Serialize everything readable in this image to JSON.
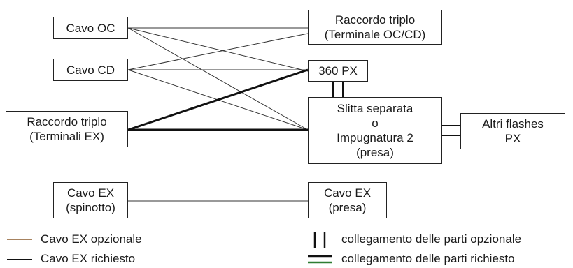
{
  "boxes": {
    "cavo_oc": {
      "lines": [
        "Cavo OC"
      ]
    },
    "cavo_cd": {
      "lines": [
        "Cavo CD"
      ]
    },
    "raccordo_ex": {
      "lines": [
        "Raccordo triplo",
        "(Terminali EX)"
      ]
    },
    "raccordo_occd": {
      "lines": [
        "Raccordo triplo",
        "(Terminale OC/CD)"
      ]
    },
    "px360": {
      "lines": [
        "360 PX"
      ]
    },
    "slitta": {
      "lines": [
        "Slitta separata",
        "o",
        "Impugnatura 2",
        "(presa)"
      ]
    },
    "altri": {
      "lines": [
        "Altri flashes",
        "PX"
      ]
    },
    "cavo_ex_spinotto": {
      "lines": [
        "Cavo EX",
        "(spinotto)"
      ]
    },
    "cavo_ex_presa": {
      "lines": [
        "Cavo EX",
        "(presa)"
      ]
    }
  },
  "legend": {
    "opt_cable": "Cavo EX opzionale",
    "req_cable": "Cavo EX richiesto",
    "opt_link": "collegamento delle parti opzionale",
    "req_link": "collegamento delle parti richiesto"
  }
}
